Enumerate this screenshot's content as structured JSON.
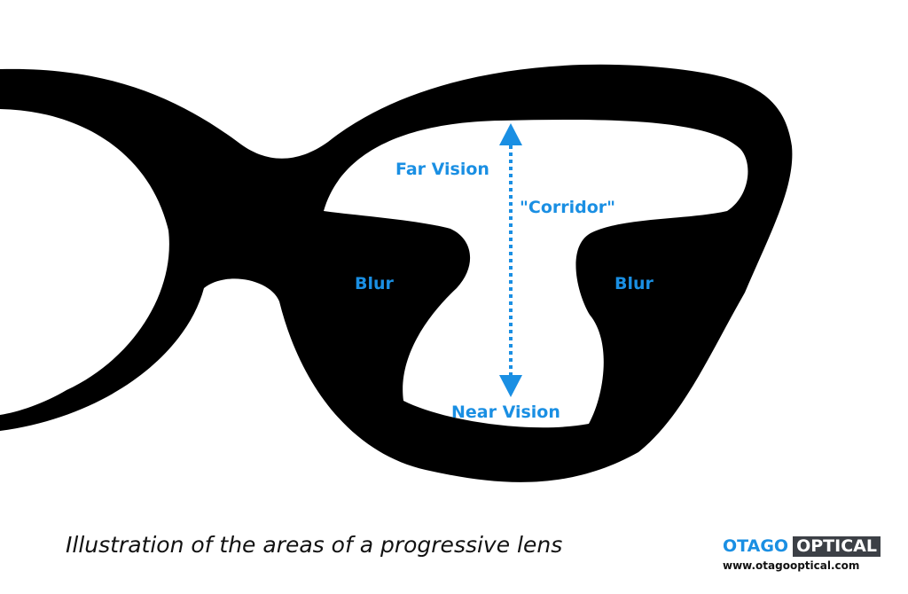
{
  "labels": {
    "far_vision": "Far Vision",
    "corridor": "\"Corridor\"",
    "blur_left": "Blur",
    "blur_right": "Blur",
    "near_vision": "Near Vision"
  },
  "caption": "Illustration of the areas of a progressive lens",
  "logo": {
    "brand_part1": "OTAGO",
    "brand_part2": "OPTICAL",
    "url": "www.otagooptical.com"
  },
  "colors": {
    "accent": "#1a8fe3",
    "frame": "#000000",
    "logo_box": "#3c4046"
  }
}
